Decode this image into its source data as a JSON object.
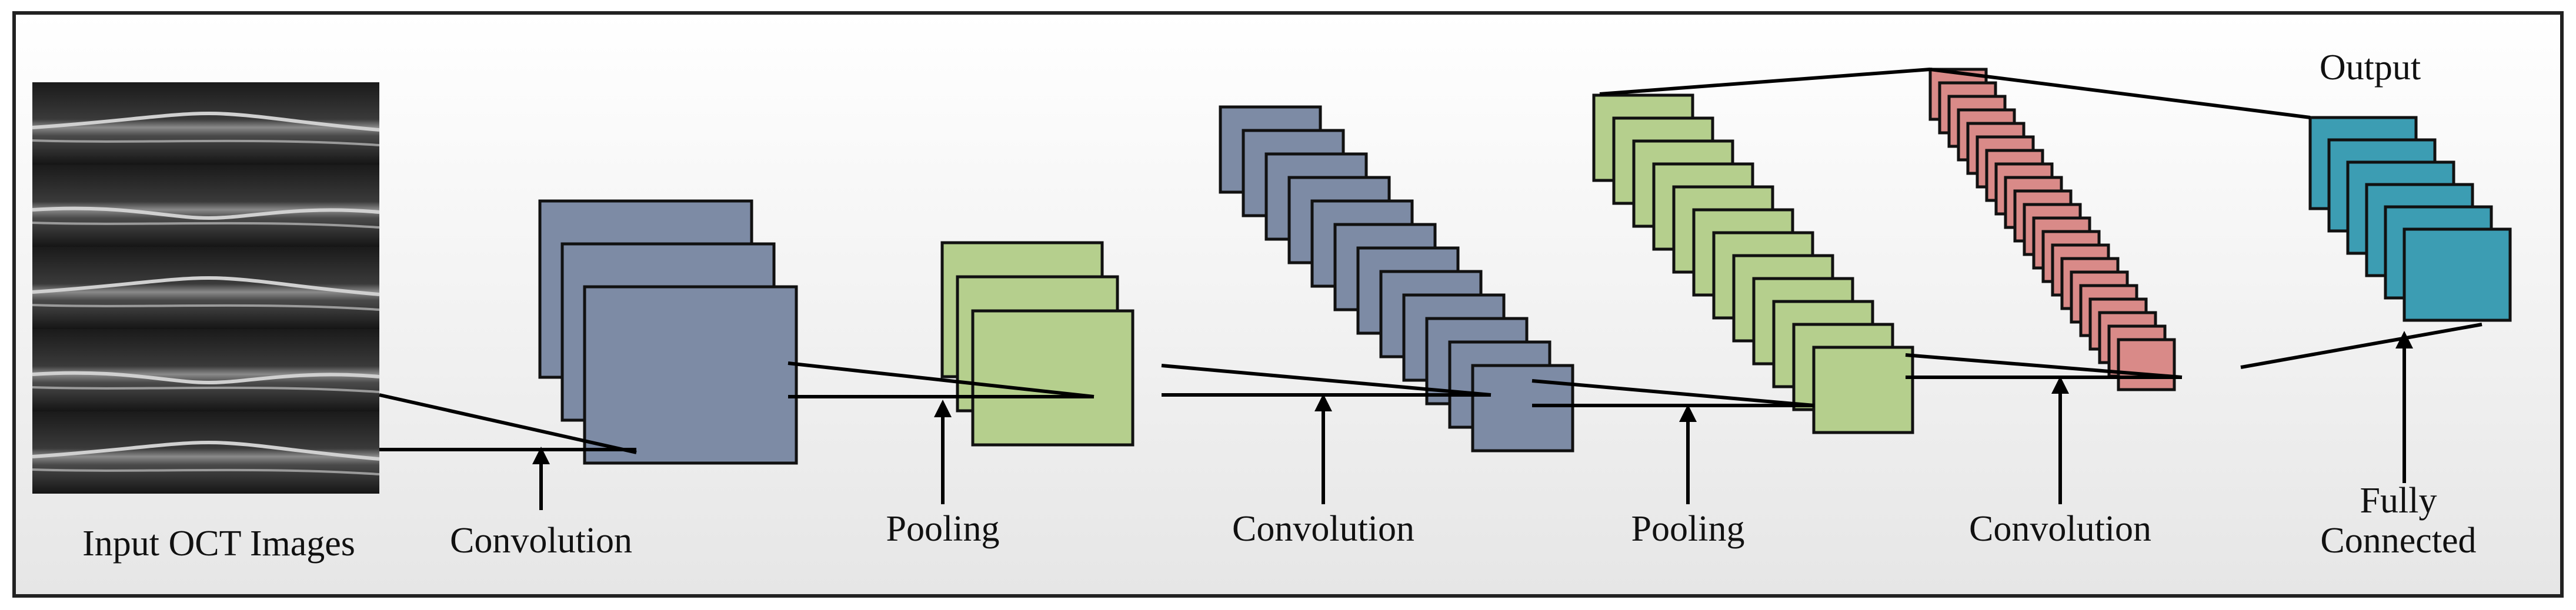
{
  "labels": {
    "input": "Input OCT Images",
    "conv1": "Convolution",
    "pool1": "Pooling",
    "conv2": "Convolution",
    "pool2": "Pooling",
    "conv3": "Convolution",
    "fc_line1": "Fully",
    "fc_line2": "Connected",
    "output": "Output"
  },
  "colors": {
    "conv_blue": "#7d8ba5",
    "pool_green": "#b5cf8d",
    "conv_pink": "#d98a88",
    "fc_teal": "#3c9db3",
    "frame": "#222222",
    "background": "#eeeeee"
  },
  "layers": [
    {
      "kind": "conv",
      "color_key": "conv_blue",
      "count": 3
    },
    {
      "kind": "pool",
      "color_key": "pool_green",
      "count": 3
    },
    {
      "kind": "conv",
      "color_key": "conv_blue",
      "count": 12
    },
    {
      "kind": "pool",
      "color_key": "pool_green",
      "count": 12
    },
    {
      "kind": "conv",
      "color_key": "conv_pink",
      "count": 21
    },
    {
      "kind": "fully-connected",
      "color_key": "fc_teal",
      "count": 6
    }
  ],
  "input_images": {
    "count": 5
  }
}
